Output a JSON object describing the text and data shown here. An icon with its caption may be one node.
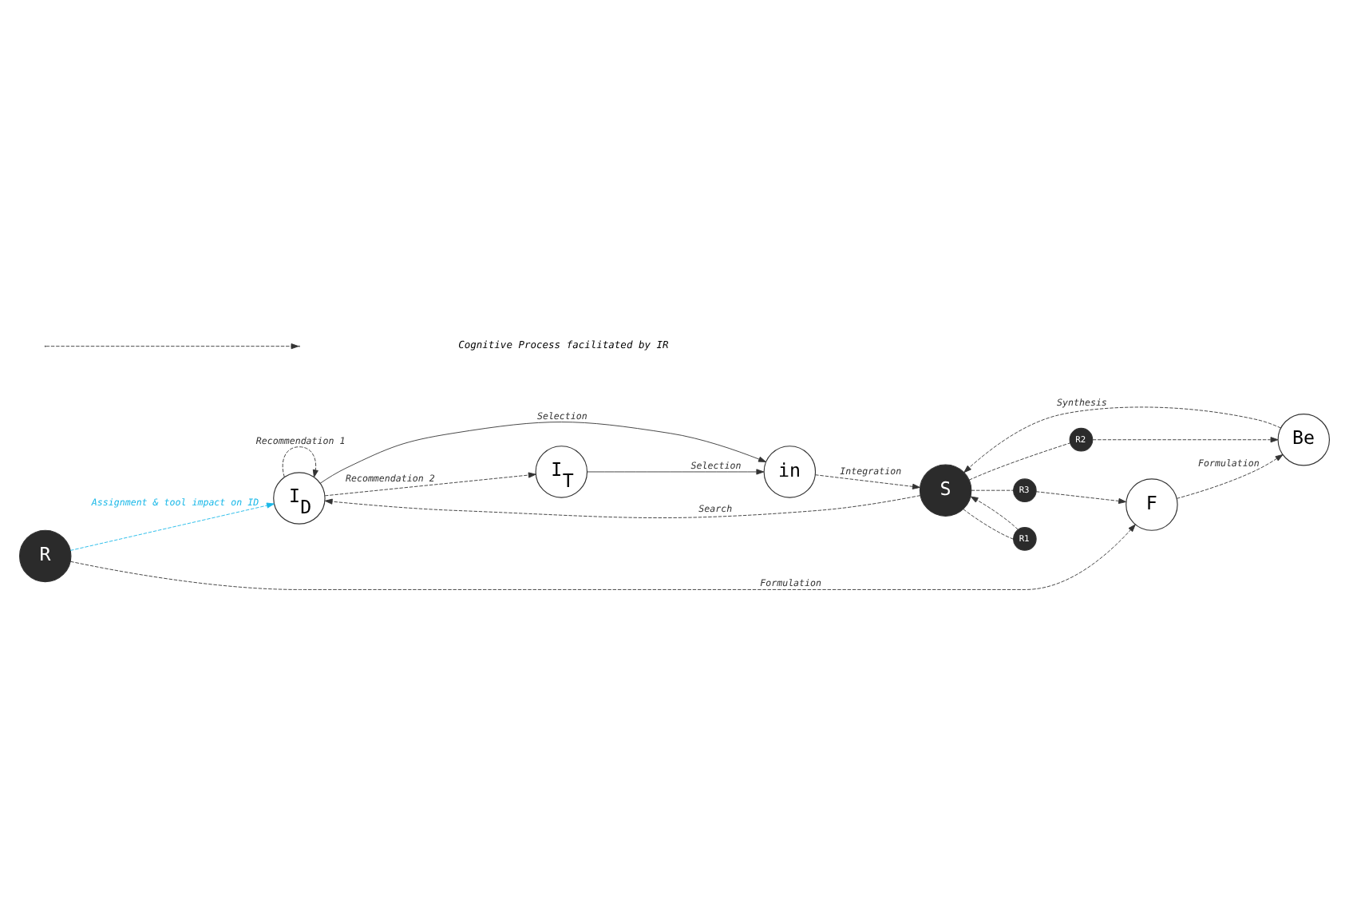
{
  "diagram": {
    "nodes": [
      {
        "text": [
          "R"
        ]
      },
      {
        "text": [
          "Be"
        ]
      },
      {
        "text": [
          "I$_{D}$"
        ]
      },
      {
        "text": [
          "F"
        ]
      },
      {
        "text": [
          "S"
        ]
      },
      {
        "text": [
          "R2"
        ]
      },
      {
        "text": [
          "in"
        ]
      },
      {
        "text": [
          "R3"
        ]
      },
      {
        "text": [
          "R1"
        ]
      },
      {
        "text": [
          "I$_{T}$"
        ]
      }
    ],
    "edges": [
      {
        "from": 0,
        "to": 2,
        "arrow": "to",
        "style": "dashed",
        "color": "#1ab8e8",
        "label": "Assignment & tool impact on ID"
      },
      {
        "from": 2,
        "to": 2,
        "arrow": "to",
        "style": "dashed",
        "label": "Recommendation 1"
      },
      {
        "from": 0,
        "to": 3,
        "arrow": "to",
        "style": "dashed",
        "label": "Formulation"
      },
      {
        "from": 3,
        "to": 1,
        "arrow": "to",
        "style": "dashed",
        "label": "Formulation"
      },
      {
        "from": 1,
        "to": 4,
        "arrow": "to",
        "style": "dashed",
        "label": "Synthesis"
      },
      {
        "from": 4,
        "to": 2,
        "arrow": "to",
        "style": "dashed",
        "label": "Search"
      },
      {
        "from": 2,
        "to": 6,
        "arrow": "to",
        "label": "Selection"
      },
      {
        "from": 2,
        "to": 9,
        "arrow": "to",
        "style": "dashed",
        "label": "Recommendation 2"
      },
      {
        "from": 6,
        "to": 4,
        "arrow": "to",
        "style": "dashed",
        "label": "Integration"
      },
      {
        "from": 9,
        "to": 6,
        "arrow": "to",
        "label": "Selection"
      },
      {
        "from": 4,
        "to": 5,
        "arrow": "none",
        "style": "dashed"
      },
      {
        "from": 5,
        "to": 1,
        "arrow": "to",
        "style": "dashed"
      },
      {
        "from": 4,
        "to": 7,
        "arrow": "none",
        "style": "dashed"
      },
      {
        "from": 7,
        "to": 3,
        "arrow": "to",
        "style": "dashed"
      },
      {
        "from": 4,
        "to": 8,
        "arrow": "none",
        "style": "dashed"
      },
      {
        "from": 8,
        "to": 4,
        "arrow": "to",
        "style": "dashed"
      }
    ],
    "legend": [
      {
        "text": "Cognitive Process facilitated by IR"
      }
    ]
  }
}
